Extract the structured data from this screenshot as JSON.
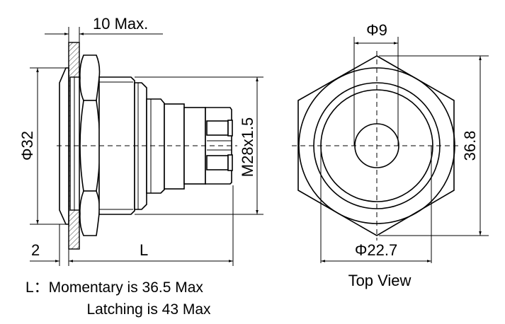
{
  "side_view": {
    "panel_thickness_label": "10 Max.",
    "bezel_diameter_label": "Φ32",
    "thread_label": "M28x1.5",
    "bezel_height_label": "2",
    "length_label": "L"
  },
  "top_view": {
    "title": "Top View",
    "button_diameter_label": "Φ9",
    "face_diameter_label": "Φ22.7",
    "nut_across_corners_label": "36.8"
  },
  "notes": {
    "line1": "L：Momentary is 36.5 Max",
    "line2": "Latching is 43 Max"
  }
}
